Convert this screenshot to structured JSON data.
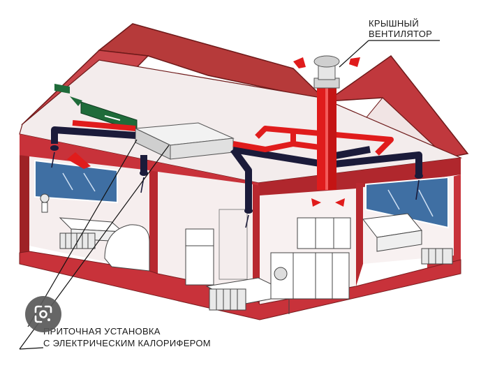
{
  "labels": {
    "roof_fan_line1": "КРЫШНЫЙ",
    "roof_fan_line2": "ВЕНТИЛЯТОР",
    "supply_unit_line1": "ПРИТОЧНАЯ УСТАНОВКА",
    "supply_unit_line2": "С ЭЛЕКТРИЧЕСКИМ КАЛОРИФЕРОМ"
  },
  "badge": {
    "icon": "google-lens-icon"
  },
  "colors": {
    "walls": "#c8323a",
    "wall_dark": "#9e2226",
    "roof": "#b63a3a",
    "interior": "#f3ecec",
    "supply_duct": "#e01c1c",
    "exhaust_duct": "#1b1b3a",
    "fresh_air_duct": "#1f6b3a",
    "window": "#3f6fa3",
    "unit_box": "#d9d9d9"
  }
}
